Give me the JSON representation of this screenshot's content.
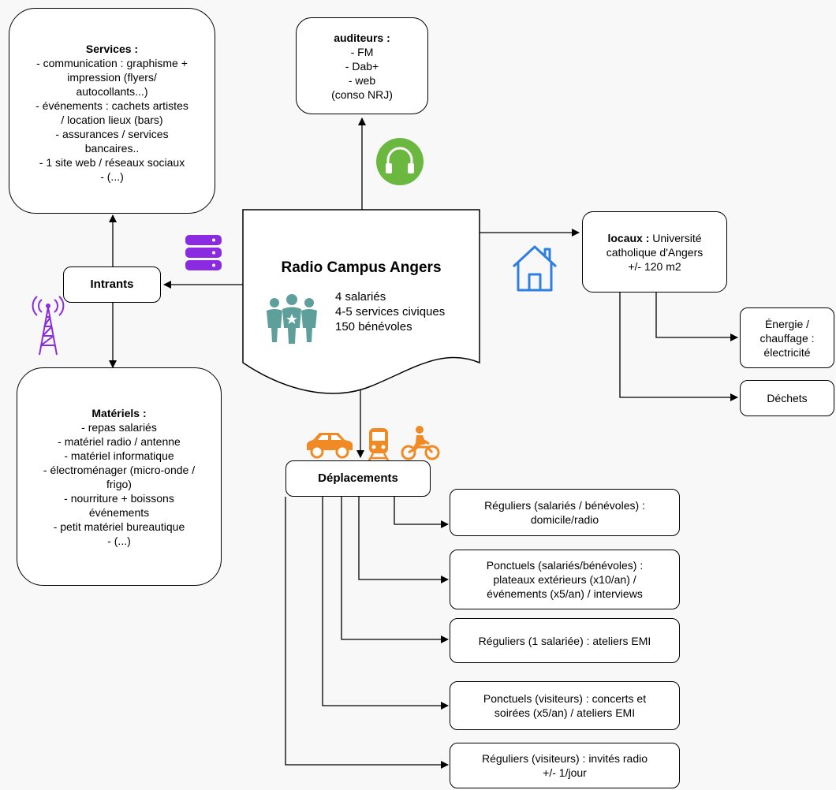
{
  "services": {
    "title": "Services :",
    "lines": [
      "- communication : graphisme +",
      "impression (flyers/",
      "autocollants...)",
      "- événements : cachets artistes",
      "/ location lieux (bars)",
      "- assurances / services",
      "bancaires..",
      "- 1 site web / réseaux sociaux",
      "- (...)"
    ]
  },
  "auditeurs": {
    "title": "auditeurs :",
    "lines": [
      "- FM",
      "- Dab+",
      "- web",
      "(conso NRJ)"
    ]
  },
  "intrants": {
    "label": "Intrants"
  },
  "materiels": {
    "title": "Matériels :",
    "lines": [
      "- repas salariés",
      "- matériel radio / antenne",
      "- matériel informatique",
      "- électroménager (micro-onde /",
      "frigo)",
      "- nourriture + boissons",
      "événements",
      "- petit matériel bureautique",
      "- (...)"
    ]
  },
  "center": {
    "title": "Radio Campus Angers",
    "lines": [
      "4 salariés",
      "4-5 services civiques",
      "150 bénévoles"
    ]
  },
  "locaux": {
    "title": "locaux :",
    "title_rest": " Université",
    "lines": [
      "catholique d'Angers",
      "+/- 120 m2"
    ]
  },
  "energie": {
    "lines": [
      "Énergie /",
      "chauffage :",
      "électricité"
    ]
  },
  "dechets": {
    "label": "Déchets"
  },
  "deplacements": {
    "label": "Déplacements"
  },
  "trips": [
    {
      "lines": [
        "Réguliers (salariés / bénévoles) :",
        "domicile/radio"
      ]
    },
    {
      "lines": [
        "Ponctuels (salariés/bénévoles) :",
        "plateaux extérieurs (x10/an) /",
        "événements (x5/an) / interviews"
      ]
    },
    {
      "lines": [
        "Réguliers (1 salariée) : ateliers EMI"
      ]
    },
    {
      "lines": [
        "Ponctuels (visiteurs) : concerts et",
        "soirées (x5/an) / ateliers EMI"
      ]
    },
    {
      "lines": [
        "Réguliers (visiteurs) : invités radio",
        "+/- 1/jour"
      ]
    }
  ],
  "icons": {
    "headphones": "headphones-icon",
    "server": "server-icon",
    "antenna": "antenna-icon",
    "people": "people-icon",
    "house": "house-icon",
    "car": "car-icon",
    "train": "train-icon",
    "motorbike": "motorbike-icon"
  },
  "colors": {
    "headphones": "#6ab83f",
    "server": "#8a2be2",
    "antenna": "#8a2be2",
    "people": "#5e9f9b",
    "house": "#2f7fe0",
    "transport": "#f08a24"
  }
}
